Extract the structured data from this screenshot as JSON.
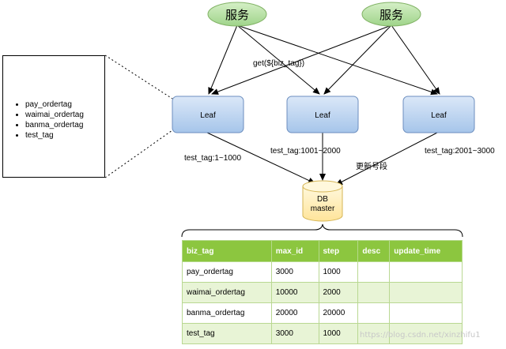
{
  "services": [
    {
      "label": "服务"
    },
    {
      "label": "服务"
    }
  ],
  "leaves": [
    {
      "label": "Leaf",
      "range_label": "test_tag:1~1000"
    },
    {
      "label": "Leaf",
      "range_label": "test_tag:1001~2000"
    },
    {
      "label": "Leaf",
      "range_label": "test_tag:2001~3000"
    }
  ],
  "call_label": "get(${biz_tag})",
  "update_label": "更新号段",
  "db": {
    "line1": "DB",
    "line2": "master"
  },
  "tag_list": [
    "pay_ordertag",
    "waimai_ordertag",
    "banma_ordertag",
    "test_tag"
  ],
  "table": {
    "headers": [
      "biz_tag",
      "max_id",
      "step",
      "desc",
      "update_time"
    ],
    "rows": [
      [
        "pay_ordertag",
        "3000",
        "1000",
        "",
        ""
      ],
      [
        "waimai_ordertag",
        "10000",
        "2000",
        "",
        ""
      ],
      [
        "banma_ordertag",
        "20000",
        "20000",
        "",
        ""
      ],
      [
        "test_tag",
        "3000",
        "1000",
        "",
        ""
      ]
    ]
  },
  "watermark": "https://blog.csdn.net/xinzhifu1",
  "colors": {
    "service_fill": "#b9e0a5",
    "leaf_fill": "#b3d1f0",
    "db_fill": "#fff2cc",
    "table_header": "#8cc63f"
  }
}
